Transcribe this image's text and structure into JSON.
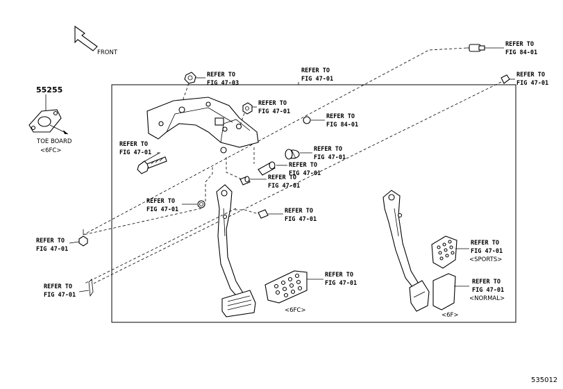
{
  "direction": {
    "label": "FRONT",
    "icon": "front-arrow-icon"
  },
  "toe_board_part": {
    "part_no": "55255",
    "label": "TOE BOARD",
    "variant": "<6FC>"
  },
  "callouts": {
    "fig_47_03_top": {
      "line1": "REFER TO",
      "line2": "FIG 47-03"
    },
    "fig_47_01_box": {
      "line1": "REFER TO",
      "line2": "FIG 47-01"
    },
    "fig_84_01_switch": {
      "line1": "REFER TO",
      "line2": "FIG 84-01"
    },
    "fig_47_01_clip": {
      "line1": "REFER TO",
      "line2": "FIG 47-01"
    },
    "fig_47_01_nut": {
      "line1": "REFER TO",
      "line2": "FIG 47-01"
    },
    "fig_84_01_grommet": {
      "line1": "REFER TO",
      "line2": "FIG 84-01"
    },
    "fig_47_01_bolt": {
      "line1": "REFER TO",
      "line2": "FIG 47-01"
    },
    "fig_47_01_spring": {
      "line1": "REFER TO",
      "line2": "FIG 47-01"
    },
    "fig_47_01_sleeve": {
      "line1": "REFER TO",
      "line2": "FIG 47-01"
    },
    "fig_47_01_bushing": {
      "line1": "REFER TO",
      "line2": "FIG 47-01"
    },
    "fig_47_01_pin": {
      "line1": "REFER TO",
      "line2": "FIG 47-01"
    },
    "fig_47_01_cushion": {
      "line1": "REFER TO",
      "line2": "FIG 47-01"
    },
    "fig_47_01_left_bolt": {
      "line1": "REFER TO",
      "line2": "FIG 47-01"
    },
    "fig_47_01_left_cotter": {
      "line1": "REFER TO",
      "line2": "FIG 47-01"
    },
    "fig_47_01_pad_6fc": {
      "line1": "REFER TO",
      "line2": "FIG 47-01"
    },
    "fig_47_01_pad_sports": {
      "line1": "REFER TO",
      "line2": "FIG 47-01"
    },
    "fig_47_01_pad_normal": {
      "line1": "REFER TO",
      "line2": "FIG 47-01"
    }
  },
  "variants": {
    "clutch_6fc": "<6FC>",
    "brake_6f": "<6F>",
    "sports": "<SPORTS>",
    "normal": "<NORMAL>"
  },
  "figure_number": "535012"
}
